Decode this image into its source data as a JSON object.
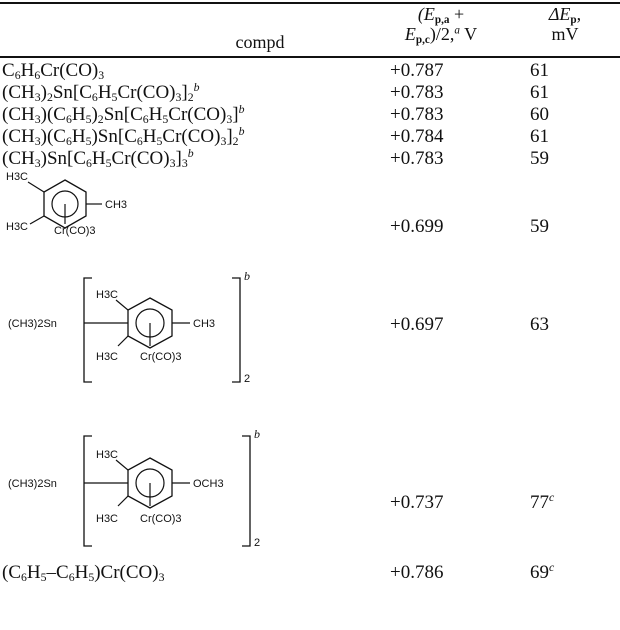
{
  "header": {
    "compd": "compd",
    "e_line1": "(E",
    "e_sub1": "p,a",
    "e_plus": " +",
    "e_line2a": "E",
    "e_sub2": "p,c",
    "e_line2b": ")/2,",
    "e_sup": "a",
    "e_unit": " V",
    "dE_line1": "ΔE",
    "dE_sub": "p",
    "dE_comma": ",",
    "dE_unit": "mV"
  },
  "rows": [
    {
      "E": "+0.787",
      "dE": "61"
    },
    {
      "E": "+0.783",
      "dE": "61"
    },
    {
      "E": "+0.783",
      "dE": "60"
    },
    {
      "E": "+0.784",
      "dE": "61"
    },
    {
      "E": "+0.783",
      "dE": "59"
    },
    {
      "E": "+0.699",
      "dE": "59"
    },
    {
      "E": "+0.697",
      "dE": "63"
    },
    {
      "E": "+0.737",
      "dE": "77",
      "dE_note": "c"
    },
    {
      "E": "+0.786",
      "dE": "69",
      "dE_note": "c"
    }
  ],
  "formulas": {
    "r1": {
      "a": "C",
      "b": "6",
      "c": "H",
      "d": "6",
      "e": "Cr(CO)",
      "f": "3"
    },
    "r2": {
      "a": "(CH",
      "b": "3",
      "c": ")",
      "d": "2",
      "e": "Sn[C",
      "f": "6",
      "g": "H",
      "h": "5",
      "i": "Cr(CO)",
      "j": "3",
      "k": "]",
      "l": "2",
      "note": "b"
    },
    "r3": {
      "a": "(CH",
      "b": "3",
      "c": ")(C",
      "d": "6",
      "e": "H",
      "f": "5",
      "g": ")",
      "h": "2",
      "i": "Sn[C",
      "j": "6",
      "k": "H",
      "l": "5",
      "m": "Cr(CO)",
      "n": "3",
      "o": "]",
      "note": "b"
    },
    "r4": {
      "a": "(CH",
      "b": "3",
      "c": ")(C",
      "d": "6",
      "e": "H",
      "f": "5",
      "g": ")Sn[C",
      "h": "6",
      "i": "H",
      "j": "5",
      "k": "Cr(CO)",
      "l": "3",
      "m": "]",
      "n": "2",
      "note": "b"
    },
    "r5": {
      "a": "(CH",
      "b": "3",
      "c": ")Sn[C",
      "d": "6",
      "e": "H",
      "f": "5",
      "g": "Cr(CO)",
      "h": "3",
      "i": "]",
      "j": "3",
      "note": "b"
    },
    "r9": {
      "a": "(C",
      "b": "6",
      "c": "H",
      "d": "5",
      "e": "–C",
      "f": "6",
      "g": "H",
      "h": "5",
      "i": ")Cr(CO)",
      "j": "3"
    }
  },
  "structures": {
    "mesitylene": {
      "h3c_top": "H3C",
      "ch3": "CH3",
      "h3c_bot": "H3C",
      "cr": "Cr(CO)3"
    },
    "tin_mesityl": {
      "sn": "(CH3)2Sn",
      "h3c_top": "H3C",
      "ch3": "CH3",
      "h3c_bot": "H3C",
      "cr": "Cr(CO)3",
      "sub": "2",
      "note": "b"
    },
    "tin_anisyl": {
      "sn": "(CH3)2Sn",
      "h3c_top": "H3C",
      "och3": "OCH3",
      "h3c_bot": "H3C",
      "cr": "Cr(CO)3",
      "sub": "2",
      "note": "b"
    }
  }
}
